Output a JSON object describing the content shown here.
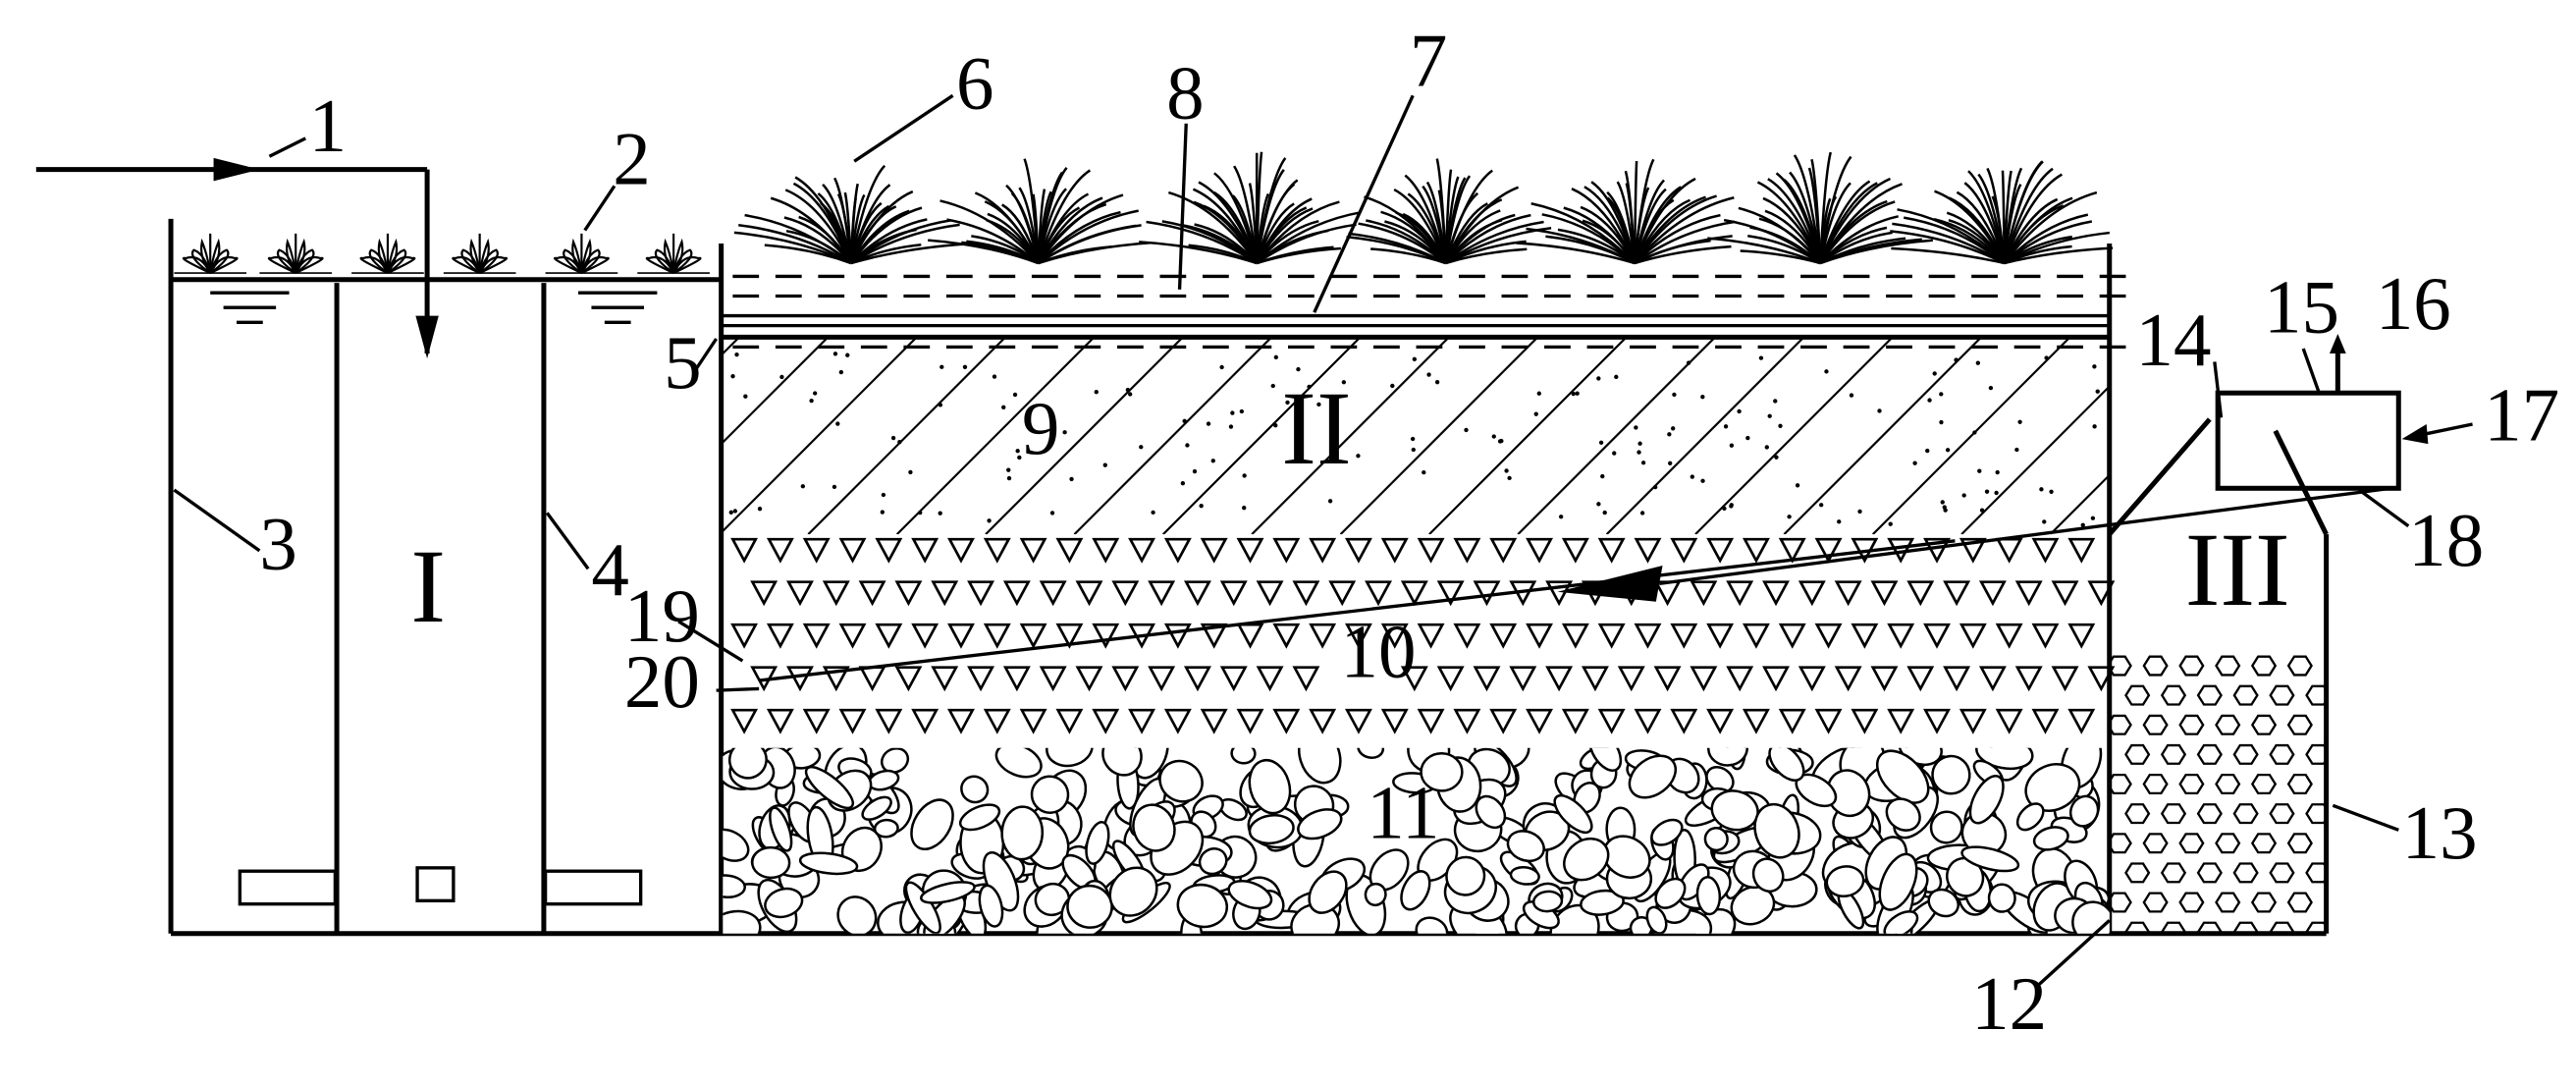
{
  "labels": {
    "l1": "1",
    "l2": "2",
    "l3": "3",
    "l4": "4",
    "l5": "5",
    "l6": "6",
    "l7": "7",
    "l8": "8",
    "l9": "9",
    "l10": "10",
    "l11": "11",
    "l12": "12",
    "l13": "13",
    "l14": "14",
    "l15": "15",
    "l16": "16",
    "l17": "17",
    "l18": "18",
    "l19": "19",
    "l20": "20"
  },
  "zones": {
    "z1": "I",
    "z2": "II",
    "z3": "III"
  },
  "colors": {
    "line": "#000000",
    "background": "#ffffff",
    "stone": "#ffffff"
  }
}
